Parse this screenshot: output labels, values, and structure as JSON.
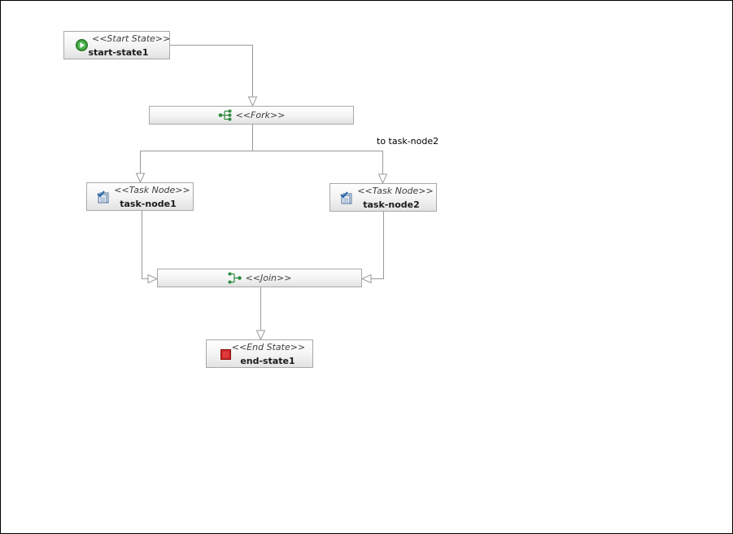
{
  "nodes": {
    "start": {
      "stereotype": "<<Start State>>",
      "name": "start-state1",
      "icon": "play-icon"
    },
    "fork": {
      "stereotype": "<<Fork>>",
      "icon": "fork-icon"
    },
    "task1": {
      "stereotype": "<<Task Node>>",
      "name": "task-node1",
      "icon": "task-icon"
    },
    "task2": {
      "stereotype": "<<Task Node>>",
      "name": "task-node2",
      "icon": "task-icon"
    },
    "join": {
      "stereotype": "<<Join>>",
      "icon": "join-icon"
    },
    "end": {
      "stereotype": "<<End State>>",
      "name": "end-state1",
      "icon": "stop-icon"
    }
  },
  "transitions": [
    {
      "from": "start-state1",
      "to": "<<Fork>>",
      "label": ""
    },
    {
      "from": "<<Fork>>",
      "to": "task-node1",
      "label": ""
    },
    {
      "from": "<<Fork>>",
      "to": "task-node2",
      "label": "to task-node2"
    },
    {
      "from": "task-node1",
      "to": "<<Join>>",
      "label": ""
    },
    {
      "from": "task-node2",
      "to": "<<Join>>",
      "label": ""
    },
    {
      "from": "<<Join>>",
      "to": "end-state1",
      "label": ""
    }
  ],
  "colors": {
    "start_icon": "#3a9a3a",
    "end_icon": "#cc2222",
    "fork_join_icon": "#2e8b3e",
    "task_icon": "#2266aa",
    "wire": "#9a9a9a"
  }
}
